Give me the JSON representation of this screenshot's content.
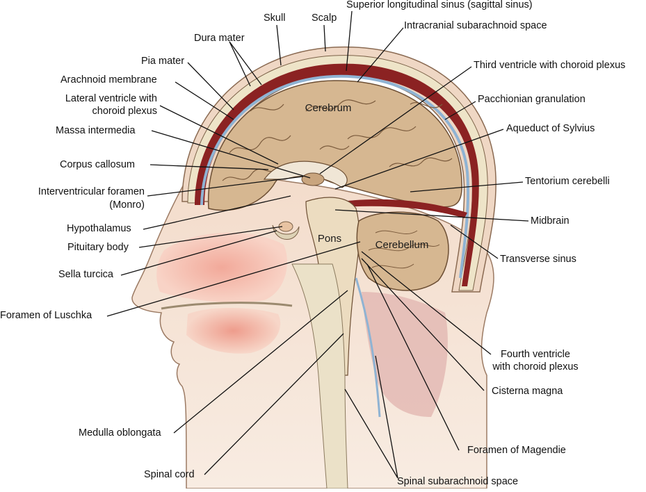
{
  "labels": {
    "skull": "Skull",
    "scalp": "Scalp",
    "superior_sinus": "Superior longitudinal sinus (sagittal sinus)",
    "dura_mater": "Dura mater",
    "intracranial_space": "Intracranial subarachnoid space",
    "pia_mater": "Pia mater",
    "arachnoid": "Arachnoid membrane",
    "third_ventricle": "Third ventricle with choroid plexus",
    "lateral_ventricle_1": "Lateral ventricle with",
    "lateral_ventricle_2": "choroid plexus",
    "pacchionian": "Pacchionian granulation",
    "massa": "Massa intermedia",
    "aqueduct": "Aqueduct of Sylvius",
    "corpus": "Corpus callosum",
    "tentorium": "Tentorium cerebelli",
    "interventricular_1": "Interventricular foramen",
    "interventricular_2": "(Monro)",
    "hypothalamus": "Hypothalamus",
    "midbrain": "Midbrain",
    "pituitary": "Pituitary body",
    "transverse": "Transverse sinus",
    "sella": "Sella turcica",
    "luschka": "Foramen of Luschka",
    "fourth_ventricle_1": "Fourth ventricle",
    "fourth_ventricle_2": "with choroid plexus",
    "cisterna": "Cisterna magna",
    "medulla": "Medulla oblongata",
    "magendie": "Foramen of Magendie",
    "spinal_cord": "Spinal cord",
    "spinal_space": "Spinal subarachnoid space"
  },
  "regions": {
    "cerebrum": "Cerebrum",
    "pons": "Pons",
    "cerebellum": "Cerebellum"
  },
  "colors": {
    "brain": "#d6b791",
    "brain_line": "#6d4f34",
    "skull": "#ece3c6",
    "scalp": "#f0dccb",
    "dura": "#7a1c1c",
    "csf_blue": "#8fb3d3",
    "skin": "#f5e1d2",
    "muscle": "#d9a8a6"
  }
}
